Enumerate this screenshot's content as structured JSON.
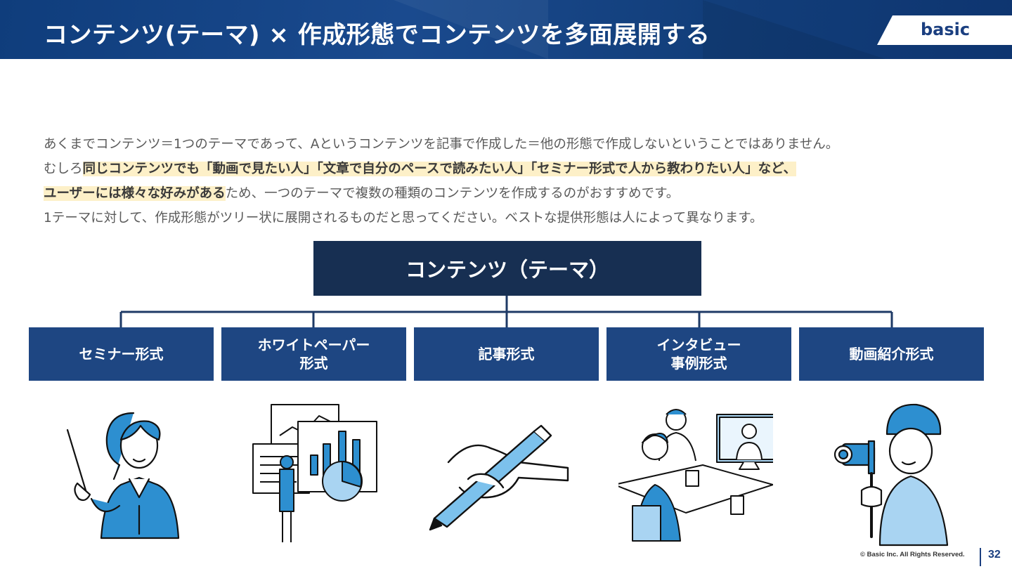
{
  "header": {
    "title": "コンテンツ(テーマ) × 作成形態でコンテンツを多面展開する",
    "brand": "basic"
  },
  "intro": {
    "line1": "あくまでコンテンツ＝1つのテーマであって、Aというコンテンツを記事で作成した＝他の形態で作成しないということではありません。",
    "line2_pre": "むしろ",
    "line2_hl": "同じコンテンツでも「動画で見たい人」「文章で自分のペースで読みたい人」「セミナー形式で人から教わりたい人」など、",
    "line3_hl": "ユーザーには様々な好みがある",
    "line3_post": "ため、一つのテーマで複数の種類のコンテンツを作成するのがおすすめです。",
    "line4": "1テーマに対して、作成形態がツリー状に展開されるものだと思ってください。ベストな提供形態は人によって異なります。"
  },
  "tree": {
    "root": "コンテンツ（テーマ）",
    "children": [
      {
        "label": "セミナー形式",
        "icon": "presenter-illustration"
      },
      {
        "label": "ホワイトペーパー\n形式",
        "icon": "whitepaper-charts-illustration"
      },
      {
        "label": "記事形式",
        "icon": "writing-pen-illustration"
      },
      {
        "label": "インタビュー\n事例形式",
        "icon": "interview-video-call-illustration"
      },
      {
        "label": "動画紹介形式",
        "icon": "video-camera-illustration"
      }
    ]
  },
  "colors": {
    "header": "#1a4a8e",
    "root": "#172f52",
    "child": "#1e4682",
    "accent": "#3a9ad9",
    "highlight": "#fdf0c8"
  },
  "footer": {
    "copyright": "© Basic Inc. All Rights Reserved.",
    "page": "32"
  }
}
